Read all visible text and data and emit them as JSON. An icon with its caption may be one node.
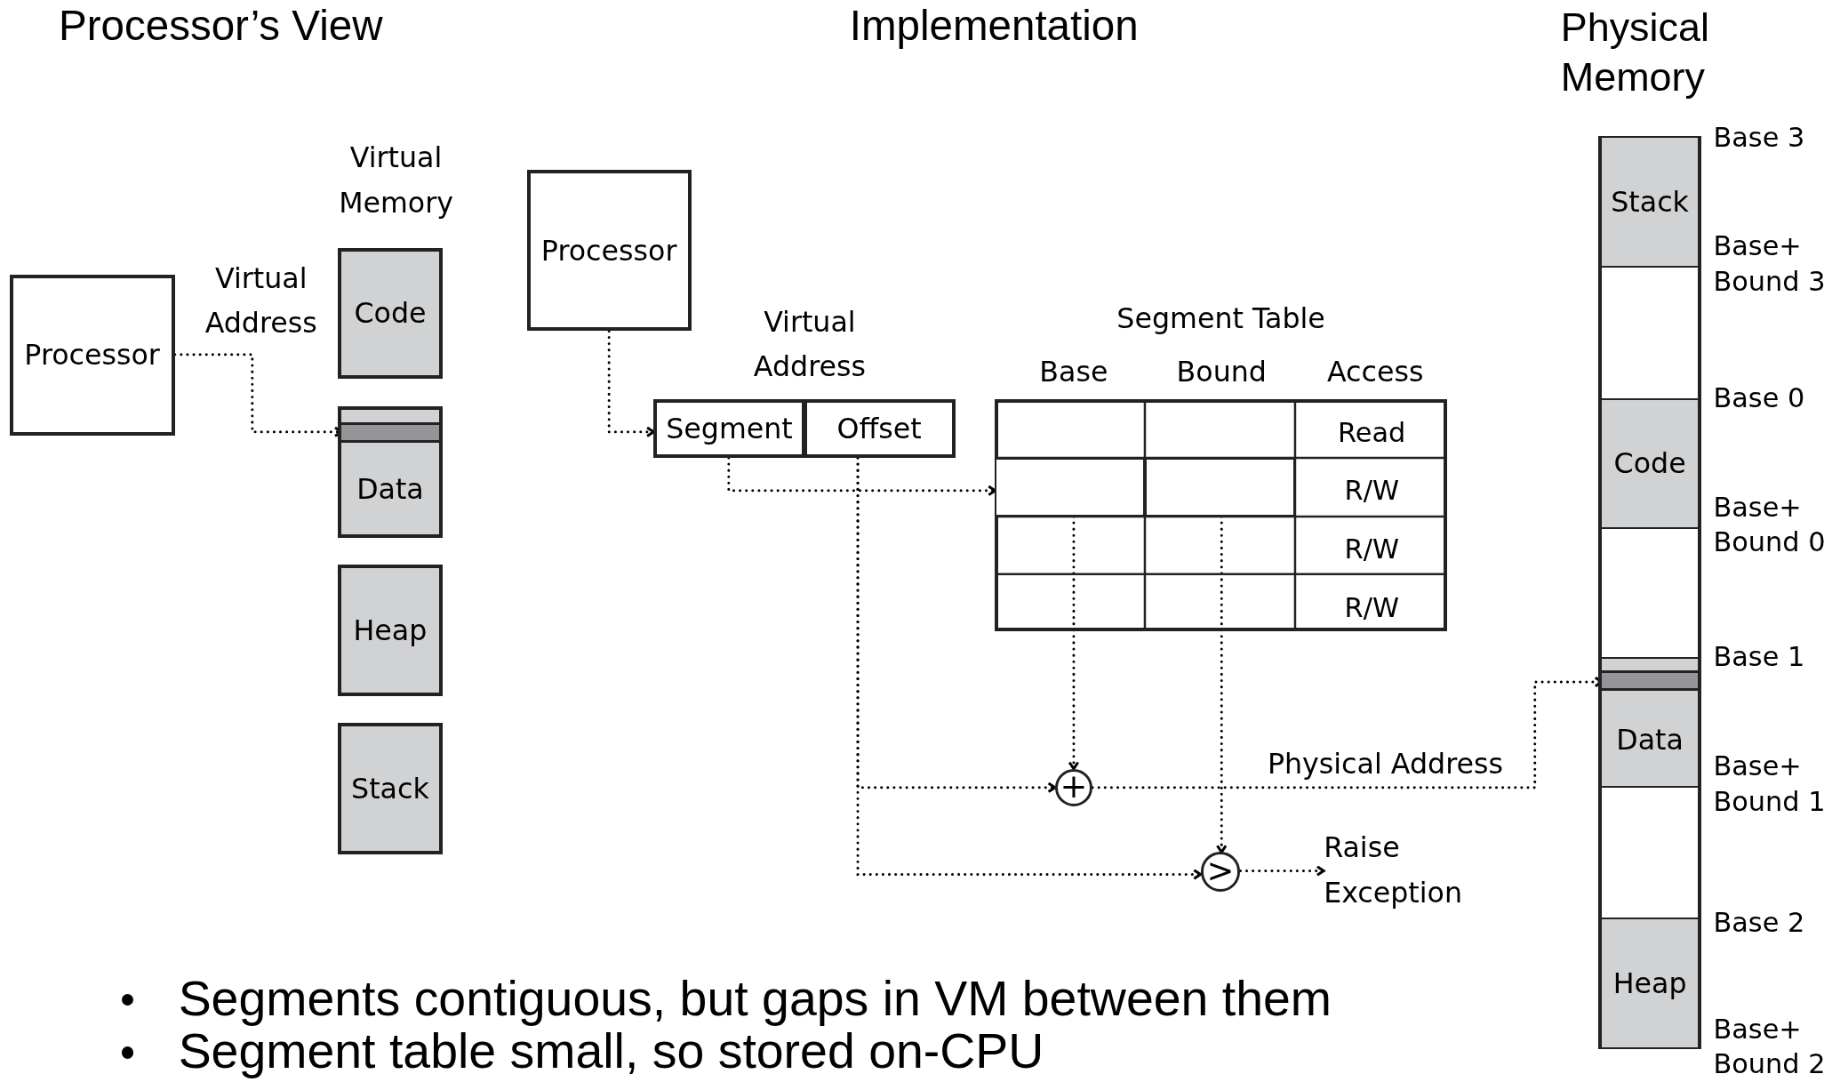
{
  "diagram": {
    "nodes": [
      {
        "text": [
          "Processor"
        ]
      },
      {
        "text": [
          "Code"
        ]
      },
      {
        "text": [
          "Data"
        ]
      },
      {
        "text": [],
        "shape": "bar",
        "in": 2
      },
      {
        "text": [
          "Heap"
        ]
      },
      {
        "text": [
          "Stack"
        ]
      },
      {
        "text": [
          "Processor"
        ]
      },
      {
        "text": [
          "Segment"
        ]
      },
      {
        "text": [
          "Offset"
        ]
      },
      {
        "text": [
          "Segment Table"
        ]
      },
      {
        "text": [],
        "shape": "box",
        "in": 9
      },
      {
        "text": [],
        "shape": "box",
        "in": 9
      },
      {
        "text": [
          "+"
        ]
      },
      {
        "text": [
          ">"
        ]
      },
      {
        "text": [
          "Raise Exception"
        ]
      },
      {
        "text": [
          "Physical Memory"
        ]
      },
      {
        "text": [
          "Stack"
        ],
        "in": 15
      },
      {
        "text": [
          "Code"
        ],
        "in": 15
      },
      {
        "text": [
          "Data"
        ],
        "in": 15
      },
      {
        "text": [],
        "shape": "bar",
        "in": 18
      },
      {
        "text": [
          "Heap"
        ],
        "in": 15
      }
    ],
    "edges": [
      {
        "from": 0,
        "to": 3,
        "arrow": "to",
        "label": "Virtual Address"
      },
      {
        "from": 6,
        "to": 7,
        "arrow": "to"
      },
      {
        "from": 7,
        "to": 9,
        "arrow": "to"
      },
      {
        "from": 10,
        "to": 12,
        "arrow": "to"
      },
      {
        "from": 8,
        "to": 12,
        "arrow": "to"
      },
      {
        "from": 8,
        "to": 13,
        "arrow": "to"
      },
      {
        "from": 11,
        "to": 13,
        "arrow": "to"
      },
      {
        "from": 12,
        "to": 19,
        "arrow": "to",
        "label": "Physical Address"
      },
      {
        "from": 13,
        "to": 14,
        "arrow": "to"
      }
    ],
    "labels": [
      "Processor’s View",
      "Implementation",
      "Virtual Memory",
      "Virtual Address",
      "Base",
      "Bound",
      "Access",
      "Read",
      "R/W",
      "R/W",
      "R/W",
      "Base 3",
      "Base+ Bound 3",
      "Base 0",
      "Base+ Bound 0",
      "Base 1",
      "Base+ Bound 1",
      "Base 2",
      "Base+ Bound 2",
      "Segments contiguous, but gaps in VM between them",
      "Segment table small, so stored on-CPU"
    ]
  }
}
